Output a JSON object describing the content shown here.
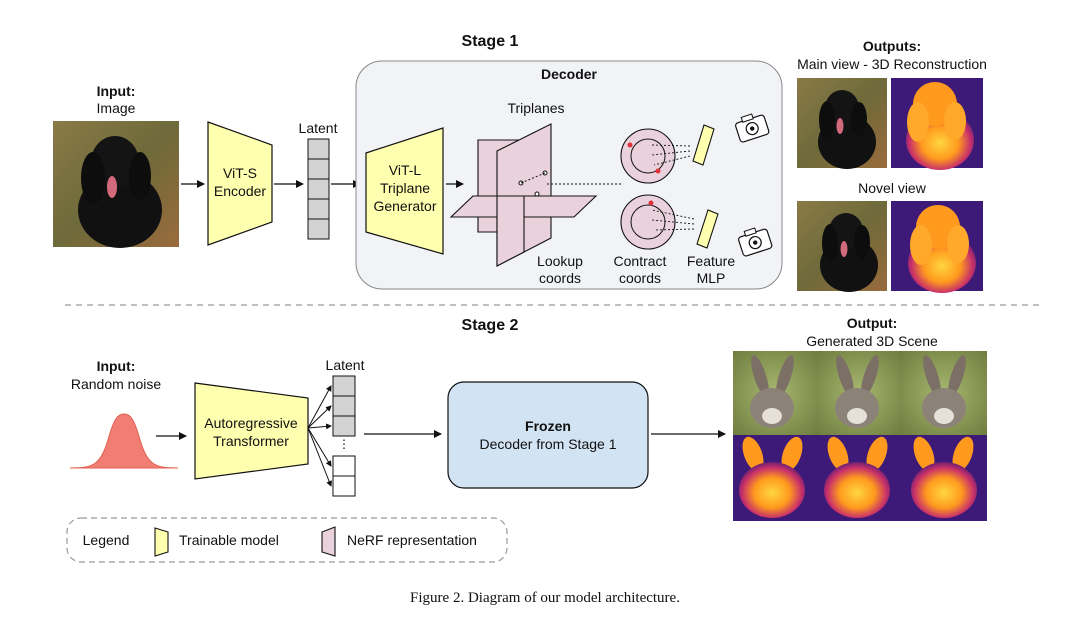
{
  "stage1": {
    "title": "Stage 1",
    "input_title": "Input:",
    "input_sub": "Image",
    "encoder_l1": "ViT-S",
    "encoder_l2": "Encoder",
    "latent_label": "Latent",
    "decoder_title": "Decoder",
    "generator_l1": "ViT-L",
    "generator_l2": "Triplane",
    "generator_l3": "Generator",
    "triplanes_label": "Triplanes",
    "lookup_l1": "Lookup",
    "lookup_l2": "coords",
    "contract_l1": "Contract",
    "contract_l2": "coords",
    "mlp_l1": "Feature",
    "mlp_l2": "MLP",
    "outputs_title": "Outputs:",
    "main_view_label": "Main view - 3D Reconstruction",
    "novel_view_label": "Novel view"
  },
  "stage2": {
    "title": "Stage 2",
    "input_title": "Input:",
    "input_sub": "Random noise",
    "transformer_l1": "Autoregressive",
    "transformer_l2": "Transformer",
    "latent_label": "Latent",
    "frozen_title": "Frozen",
    "frozen_sub": "Decoder from Stage 1",
    "output_title": "Output:",
    "output_sub": "Generated 3D Scene"
  },
  "legend": {
    "title": "Legend",
    "trainable": "Trainable model",
    "nerf": "NeRF representation"
  },
  "caption": "Figure 2. Diagram of our model architecture.",
  "colors": {
    "trainable_fill": "#ffffb0",
    "nerf_fill": "#ead2dc",
    "frozen_fill": "#d2e3f3",
    "decoder_bg": "#f1f3f6",
    "noise_curve": "#f07e72",
    "depth_hot": "#ffb02a",
    "depth_bg": "#3e1a78"
  }
}
